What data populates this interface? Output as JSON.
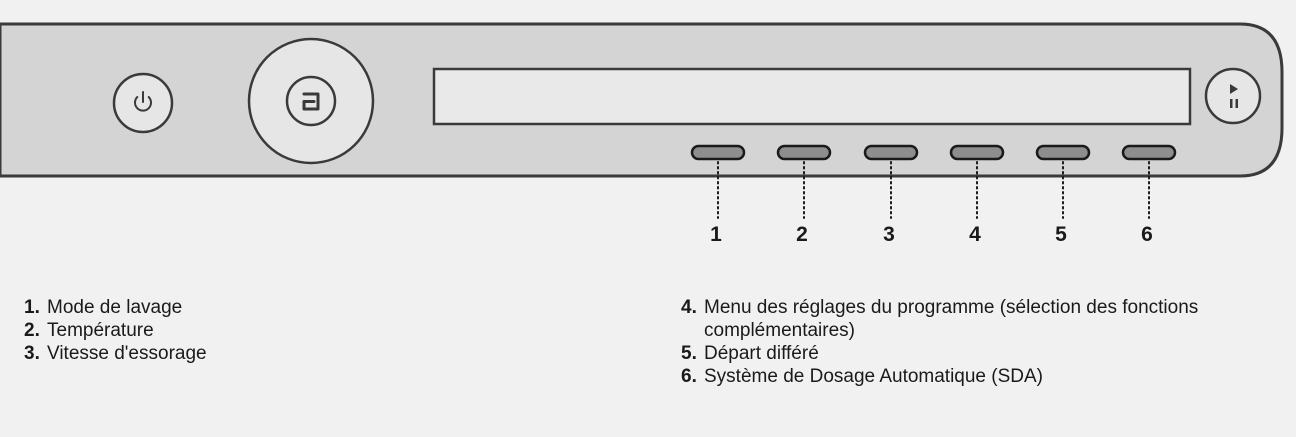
{
  "panel": {
    "power_icon": "power-icon",
    "program_knob_icon": "a-logo-icon",
    "start_pause_icon": "play-pause-icon",
    "panel_color": "#d4d4d5",
    "button_color": "#8e8e8e"
  },
  "callouts": [
    "1",
    "2",
    "3",
    "4",
    "5",
    "6"
  ],
  "legend": {
    "left": [
      {
        "num": "1.",
        "text": "Mode de lavage"
      },
      {
        "num": "2.",
        "text": "Température"
      },
      {
        "num": "3.",
        "text": "Vitesse d'essorage"
      }
    ],
    "right": [
      {
        "num": "4.",
        "text": "Menu des réglages du programme (sélection des fonctions complémentaires)"
      },
      {
        "num": "5.",
        "text": "Départ différé"
      },
      {
        "num": "6.",
        "text": "Système de Dosage Automatique (SDA)"
      }
    ]
  }
}
